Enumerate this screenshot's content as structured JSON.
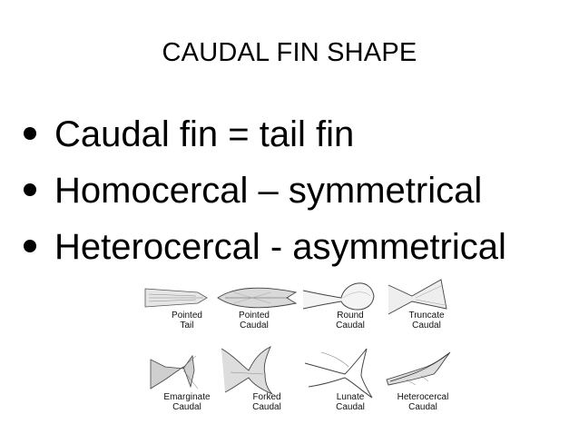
{
  "slide": {
    "title": "CAUDAL FIN SHAPE",
    "bullets": [
      "Caudal fin = tail fin",
      "Homocercal – symmetrical",
      "Heterocercal - asymmetrical"
    ]
  },
  "fin_figure": {
    "row1": [
      {
        "line1": "Pointed",
        "line2": "Tail"
      },
      {
        "line1": "Pointed",
        "line2": "Caudal"
      },
      {
        "line1": "Round",
        "line2": "Caudal"
      },
      {
        "line1": "Truncate",
        "line2": "Caudal"
      }
    ],
    "row2": [
      {
        "line1": "Emarginate",
        "line2": "Caudal"
      },
      {
        "line1": "Forked",
        "line2": "Caudal"
      },
      {
        "line1": "Lunate",
        "line2": "Caudal"
      },
      {
        "line1": "Heterocercal",
        "line2": "Caudal"
      }
    ]
  }
}
